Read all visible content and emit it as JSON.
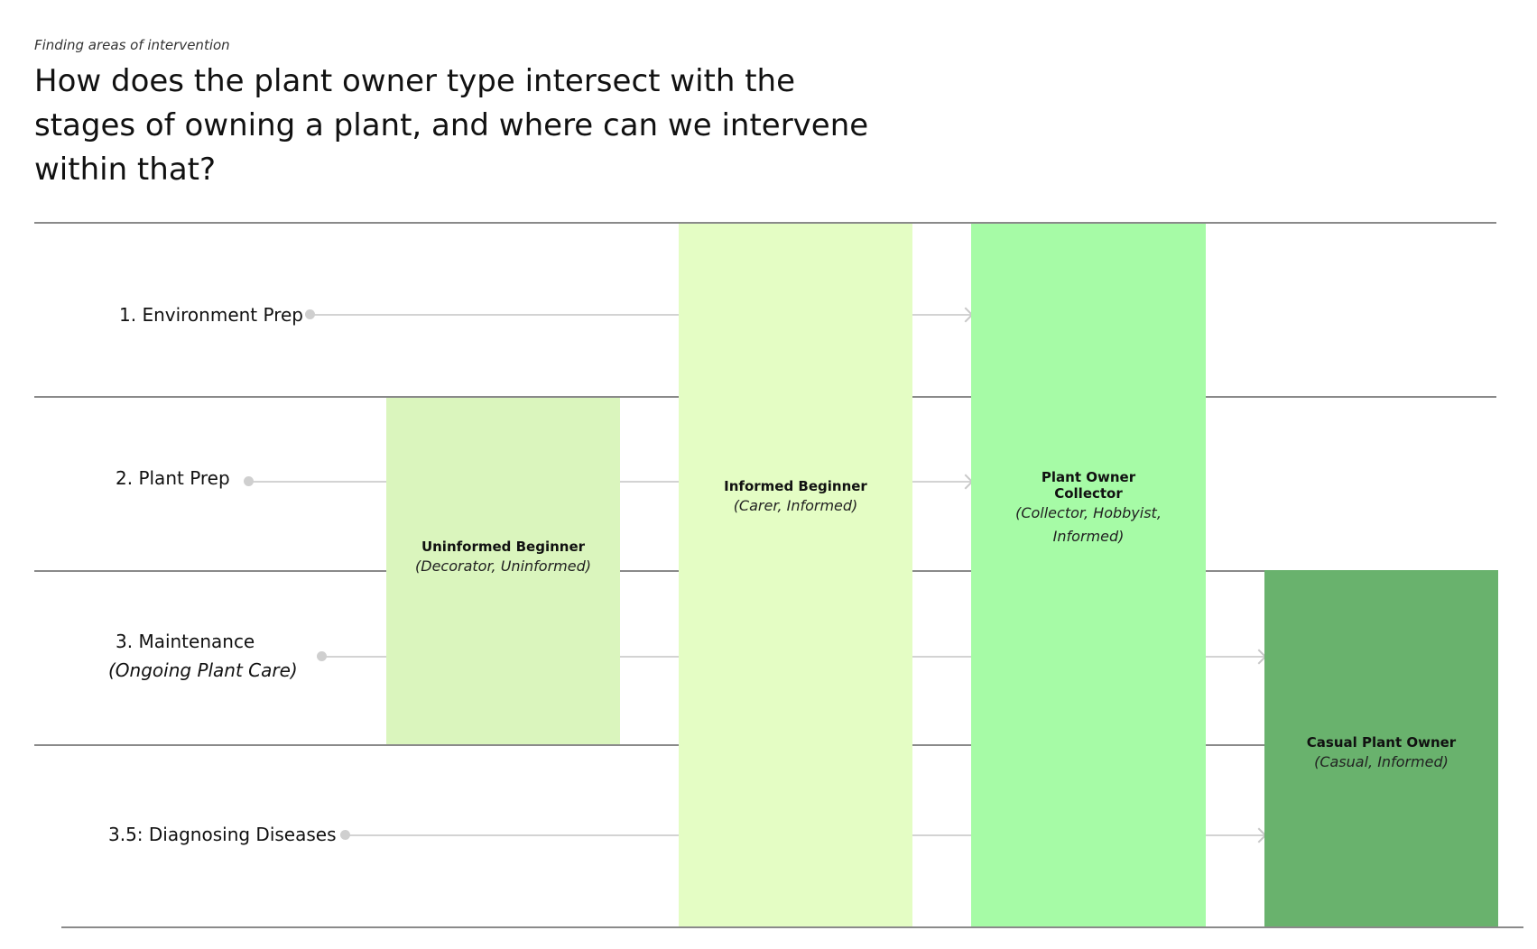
{
  "header": {
    "eyebrow": "Finding areas of intervention",
    "title": "How does the plant owner type intersect with the stages of owning a plant, and where can we intervene within that?"
  },
  "stages": [
    {
      "label": "1. Environment Prep",
      "sub": ""
    },
    {
      "label": "2. Plant Prep",
      "sub": ""
    },
    {
      "label": "3. Maintenance",
      "sub": "(Ongoing Plant Care)"
    },
    {
      "label": "3.5: Diagnosing Diseases",
      "sub": ""
    }
  ],
  "owner_types": [
    {
      "name": "Uninformed Beginner",
      "desc": "(Decorator, Uninformed)",
      "color": "#daf5bd",
      "stages": [
        "2. Plant Prep",
        "3. Maintenance"
      ]
    },
    {
      "name": "Informed Beginner",
      "desc": "(Carer, Informed)",
      "color": "#e4fdc4",
      "stages": [
        "1. Environment Prep",
        "2. Plant Prep",
        "3. Maintenance",
        "3.5: Diagnosing Diseases"
      ]
    },
    {
      "name": "Plant Owner Collector",
      "desc": "(Collector, Hobbyist, Informed)",
      "color": "#a6fba6",
      "stages": [
        "1. Environment Prep",
        "2. Plant Prep",
        "3. Maintenance",
        "3.5: Diagnosing Diseases"
      ]
    },
    {
      "name": "Casual Plant Owner",
      "desc": "(Casual, Informed)",
      "color": "#69b26d",
      "stages": [
        "3. Maintenance",
        "3.5: Diagnosing Diseases"
      ]
    }
  ]
}
